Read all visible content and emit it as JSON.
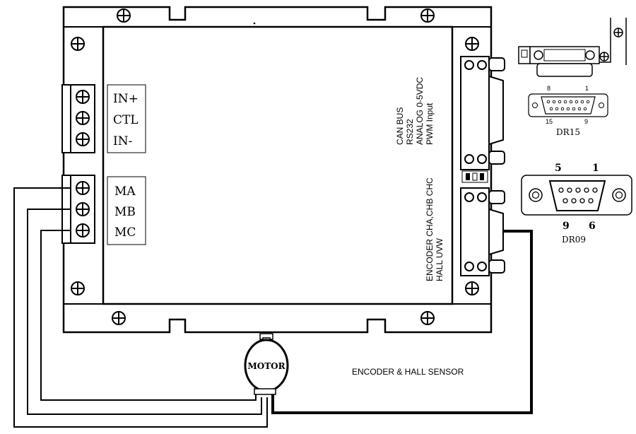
{
  "terminal_block_input": {
    "labels": [
      "IN+",
      "CTL",
      "IN-"
    ]
  },
  "terminal_block_motor": {
    "labels": [
      "MA",
      "MB",
      "MC"
    ]
  },
  "comm_port": {
    "labels": [
      "CAN BUS",
      "RS232",
      "ANALOG 0-5VDC",
      "PWM Input"
    ]
  },
  "encoder_port": {
    "labels": [
      "ENCODER CHA,CHB CHC",
      "HALL UVW"
    ]
  },
  "motor": {
    "label": "MOTOR"
  },
  "encoder_wire": {
    "label": "ENCODER & HALL SENSOR"
  },
  "dr15": {
    "label": "DR15",
    "pin_numbers": [
      "8",
      "1",
      "15",
      "9"
    ]
  },
  "dr09": {
    "label": "DR09",
    "pin_numbers": [
      "5",
      "1",
      "9",
      "6"
    ]
  }
}
